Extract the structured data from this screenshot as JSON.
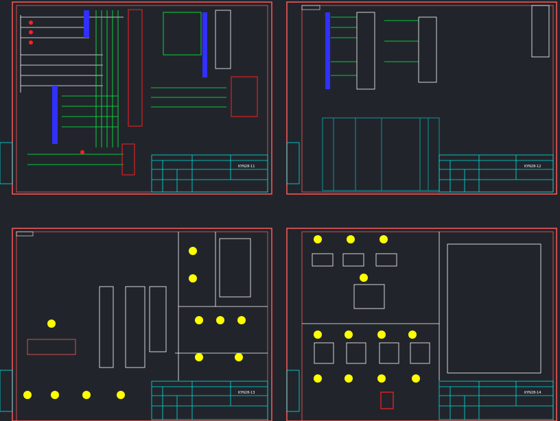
{
  "colors": {
    "background": "#21252b",
    "border": "#ff5a5a",
    "titleblock": "#00e5e5",
    "wire_green": "#00ff40",
    "wire_white": "#ffffff",
    "terminal_blue": "#3030ff",
    "symbol_yellow": "#ffff00",
    "symbol_red": "#ff2020",
    "text_white": "#ffffff"
  },
  "sheets": [
    {
      "id": "sheet-1",
      "drawing_no": "KYN28-11",
      "title": "",
      "company": ""
    },
    {
      "id": "sheet-2",
      "drawing_no": "KYN28-12",
      "title": "",
      "company": ""
    },
    {
      "id": "sheet-3",
      "drawing_no": "KYN28-13",
      "title": "",
      "company": ""
    },
    {
      "id": "sheet-4",
      "drawing_no": "KYN28-14",
      "title": "",
      "company": ""
    }
  ]
}
